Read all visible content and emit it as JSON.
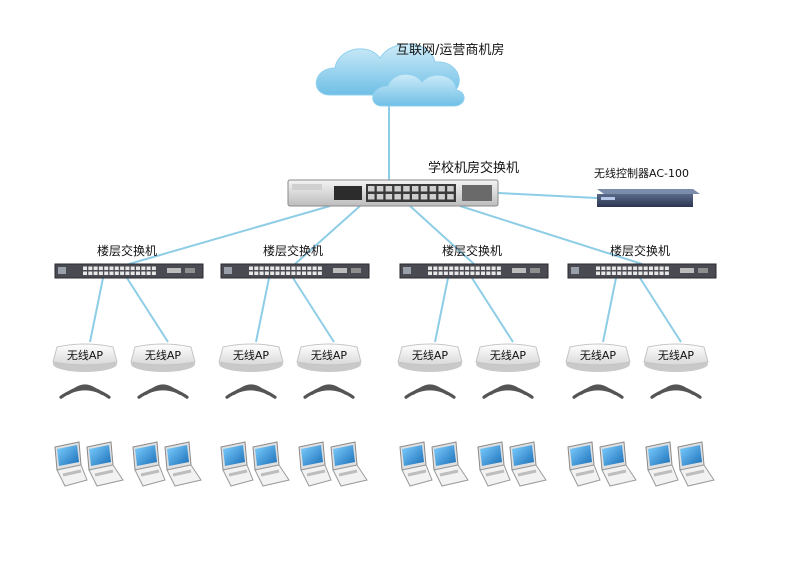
{
  "cloud": {
    "label": "互联网/运营商机房"
  },
  "core_switch": {
    "label": "学校机房交换机"
  },
  "controller": {
    "label": "无线控制器AC-100"
  },
  "floor_switches": [
    {
      "label": "楼层交换机"
    },
    {
      "label": "楼层交换机"
    },
    {
      "label": "楼层交换机"
    },
    {
      "label": "楼层交换机"
    }
  ],
  "access_points": [
    {
      "label": "无线AP"
    },
    {
      "label": "无线AP"
    },
    {
      "label": "无线AP"
    },
    {
      "label": "无线AP"
    },
    {
      "label": "无线AP"
    },
    {
      "label": "无线AP"
    },
    {
      "label": "无线AP"
    },
    {
      "label": "无线AP"
    }
  ],
  "colors": {
    "link": "#8ecde6",
    "cloud": "#7ec8ea",
    "device_dark": "#4a4a52",
    "screen": "#2a8fd6"
  },
  "icons": {
    "cloud": "cloud-icon",
    "switch": "switch-icon",
    "controller": "controller-icon",
    "ap": "wireless-ap-icon",
    "signal": "wifi-signal-icon",
    "laptop": "laptop-icon"
  }
}
